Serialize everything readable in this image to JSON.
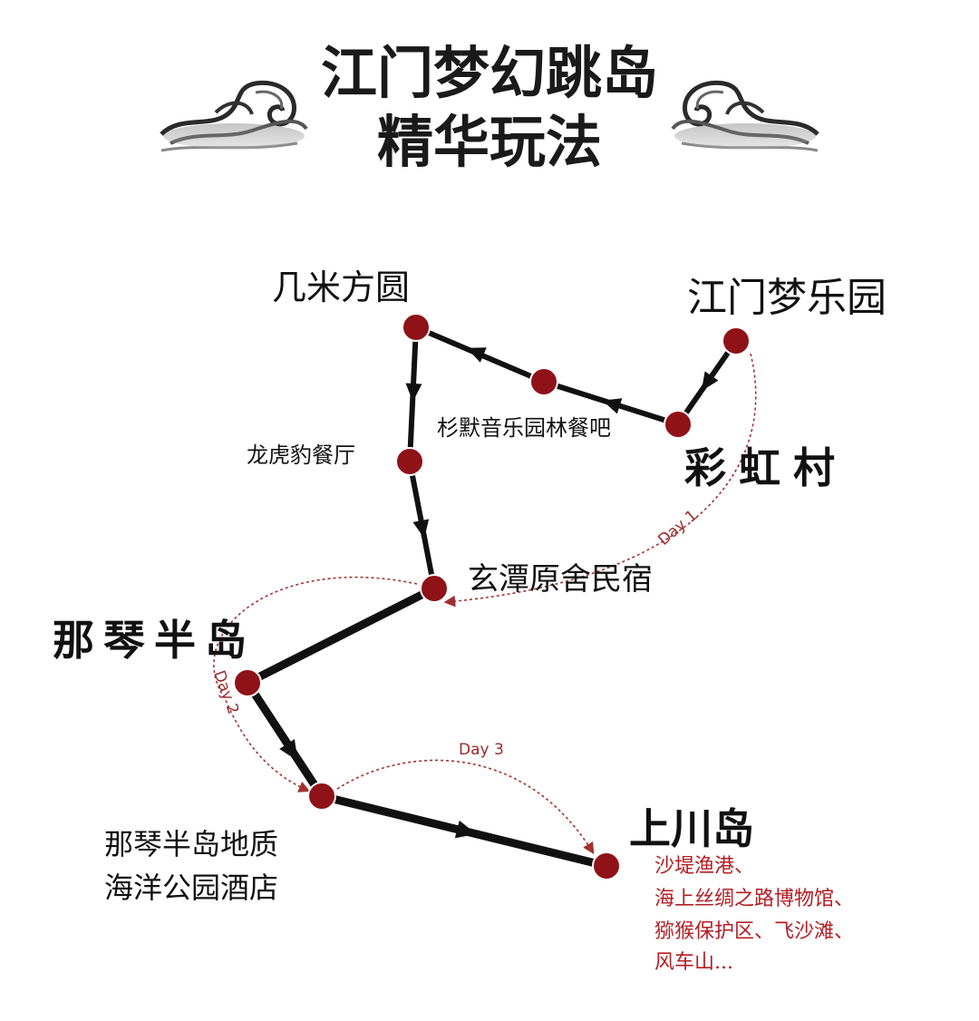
{
  "title": {
    "line1": "江门梦幻跳岛",
    "line2": "精华玩法"
  },
  "places": {
    "jimi": "几米方圆",
    "dreamland": "江门梦乐园",
    "shanmo": "杉默音乐园林餐吧",
    "longhu": "龙虎豹餐厅",
    "rainbow": "彩虹村",
    "xuantan": "玄潭原舍民宿",
    "naqin": "那琴半岛",
    "hotel_line1": "那琴半岛地质",
    "hotel_line2": "海洋公园酒店",
    "shangchuan": "上川岛"
  },
  "days": {
    "day1": "Day 1",
    "day2": "Day 2",
    "day3": "Day 3"
  },
  "shangchuan_attractions": [
    "沙堤渔港、",
    "海上丝绸之路博物馆、",
    "猕猴保护区、飞沙滩、",
    "风车山..."
  ],
  "colors": {
    "node": "#8f1218",
    "route": "#111111",
    "day_path": "#a33030",
    "attraction_text": "#b51d24"
  },
  "icons": {
    "left_ornament": "wave-cloud-ornament",
    "right_ornament": "wave-cloud-ornament"
  }
}
